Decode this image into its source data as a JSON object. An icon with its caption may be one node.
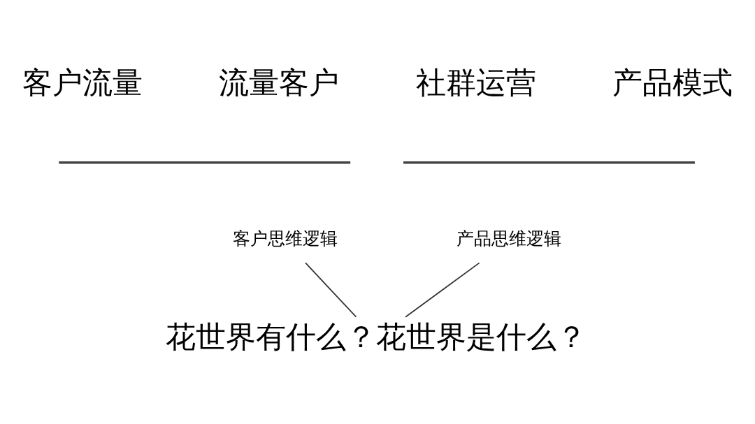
{
  "diagram": {
    "nodes": [
      {
        "text": [
          "客户思维逻辑"
        ]
      },
      {
        "text": [
          "产品思维逻辑"
        ]
      },
      {
        "text": [
          "花世界有什么？花世界是什么？"
        ]
      }
    ],
    "edges": [
      {
        "from": 0,
        "to": 2,
        "arrow": "none"
      },
      {
        "from": 1,
        "to": 2,
        "arrow": "none"
      }
    ],
    "labels": [
      "客户流量",
      "流量客户",
      "社群运营",
      "产品模式"
    ]
  }
}
